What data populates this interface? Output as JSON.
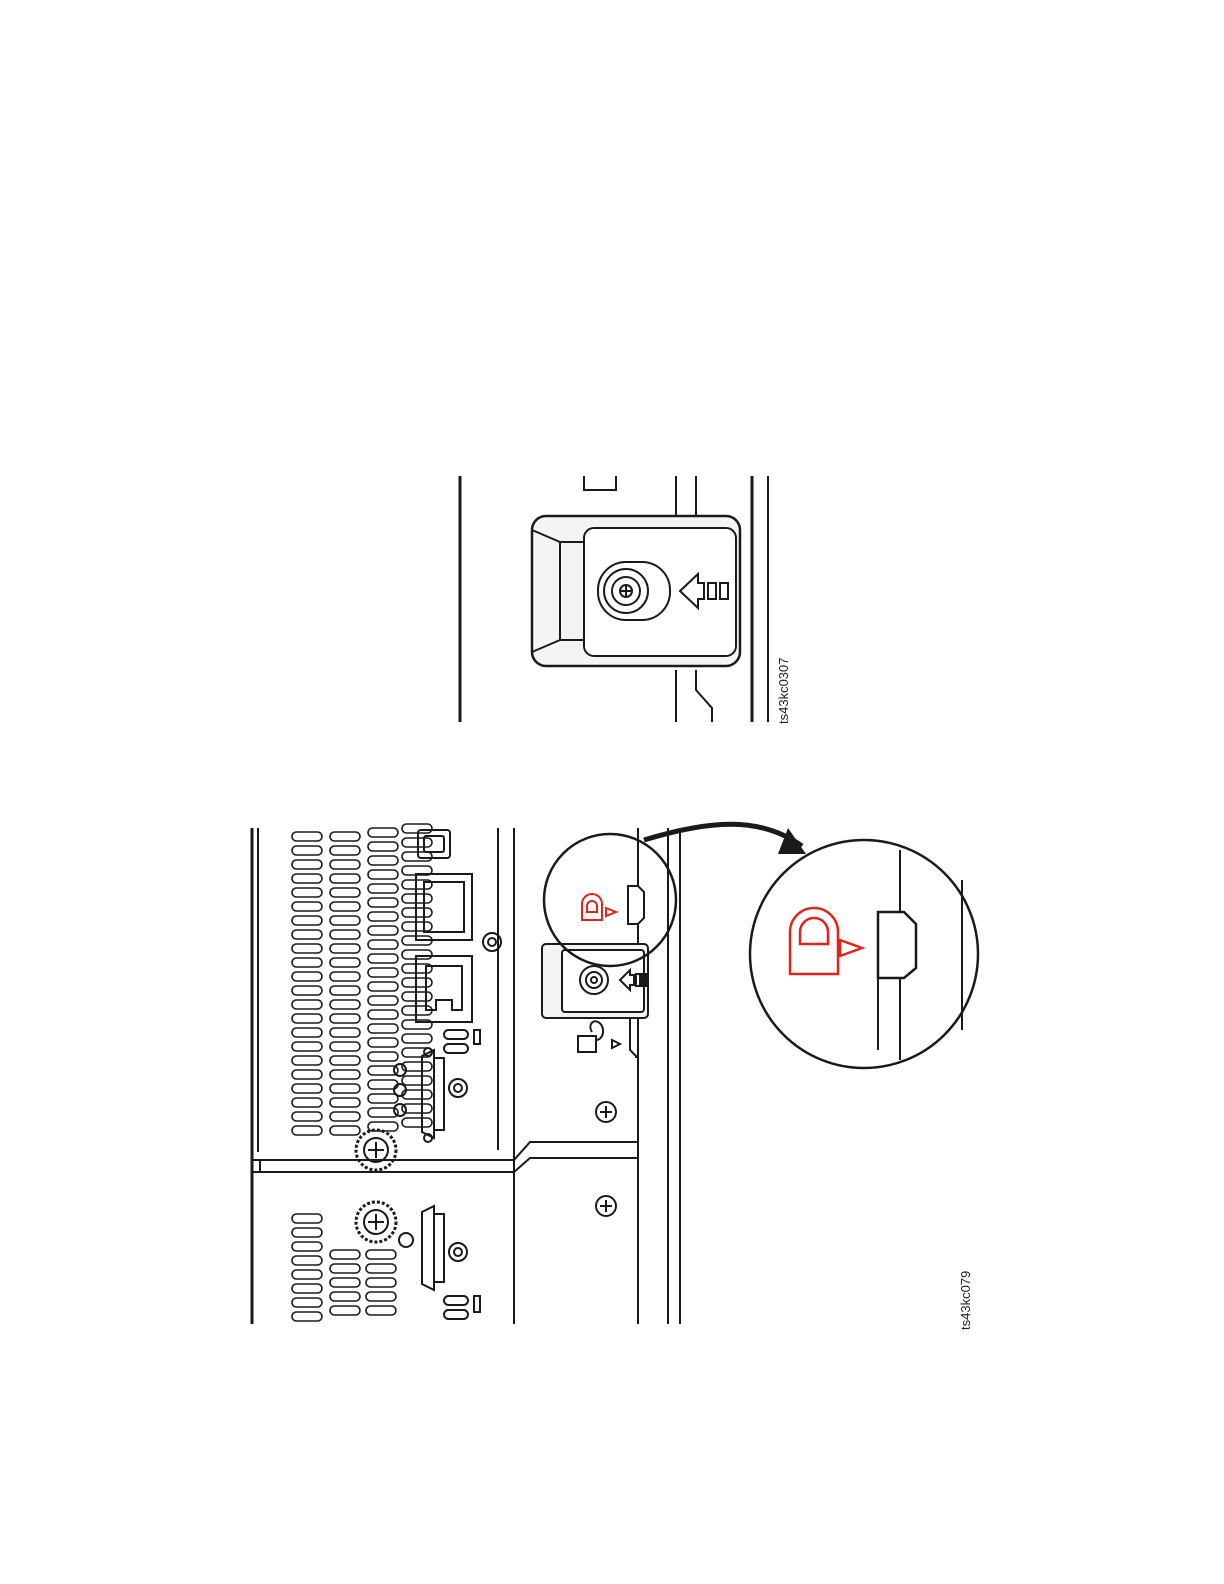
{
  "figures": [
    {
      "id": "latch-closeup",
      "label": "ts43kc0307"
    },
    {
      "id": "chassis-rear",
      "label": "ts43kc079"
    }
  ],
  "colors": {
    "line": "#1a1a1a",
    "panel": "#f4f4f4",
    "lock_red": "#e2231a"
  },
  "icons": [
    "latch-screw-icon",
    "push-arrow-icon",
    "locked-padlock-icon",
    "unlocked-padlock-icon",
    "direction-triangle-icon",
    "thumbscrew-icon",
    "phillips-screw-icon",
    "callout-arrow-icon"
  ]
}
